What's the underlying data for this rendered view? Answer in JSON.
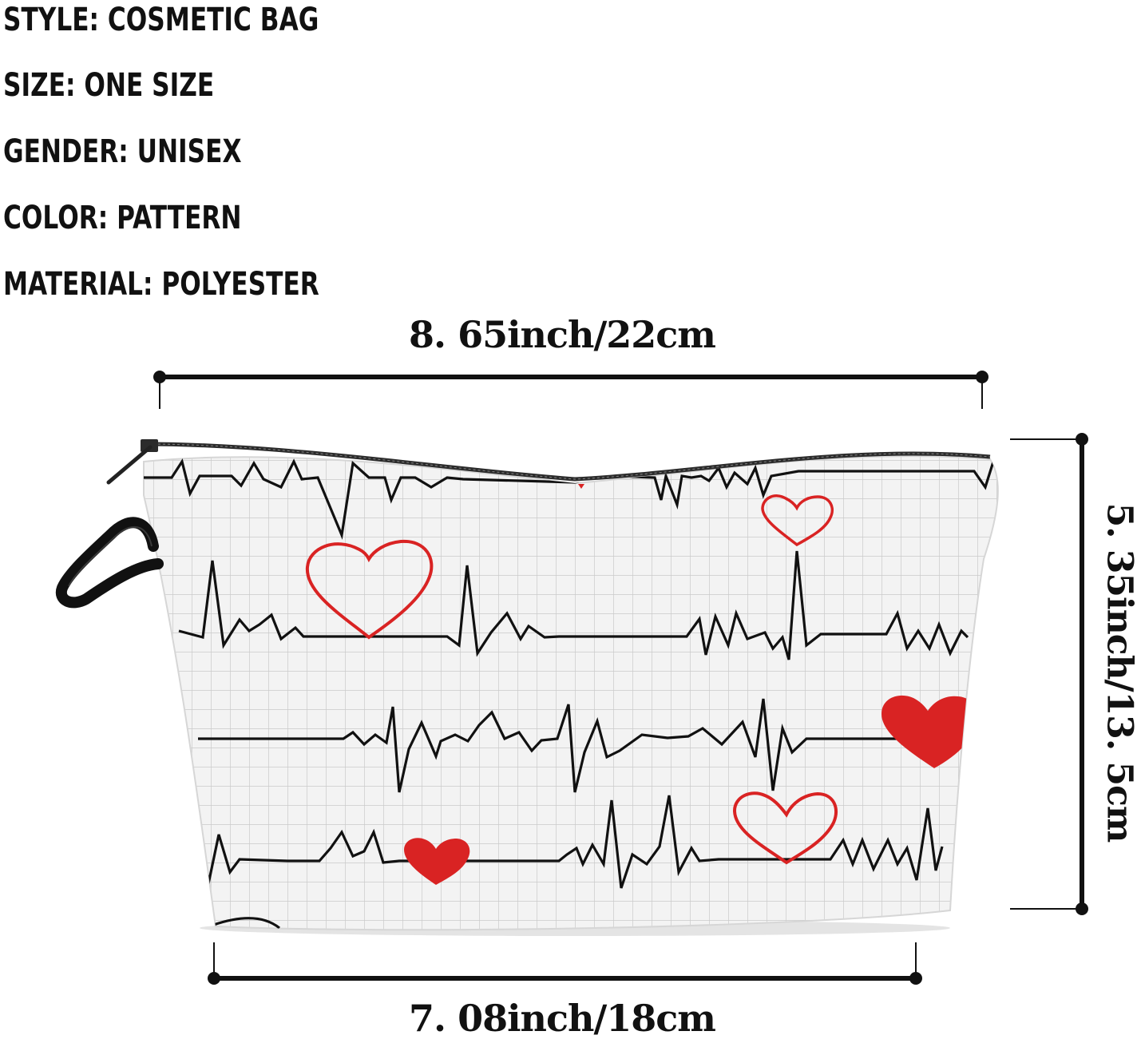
{
  "specs": [
    {
      "label": "STYLE",
      "sep": ": ",
      "value": "COSMETIC BAG"
    },
    {
      "label": "SIZE",
      "sep": ":  ",
      "value": "ONE SIZE"
    },
    {
      "label": "GENDER",
      "sep": ": ",
      "value": "UNISEX"
    },
    {
      "label": "COLOR",
      "sep": ":  ",
      "value": "PATTERN"
    },
    {
      "label": "MATERIAL",
      "sep": ": ",
      "value": "POLYESTER"
    }
  ],
  "dimensions": {
    "top": "8. 65inch/22cm",
    "right": "5. 35inch/13. 5cm",
    "bottom": "7. 08inch/18cm"
  },
  "colors": {
    "text": "#111111",
    "heart_red": "#d92323",
    "grid": "#c9c9c9",
    "bag_fabric": "#f3f3f3",
    "ecg_line": "#111111"
  },
  "icons": {
    "product": "cosmetic-bag-icon",
    "heart": "heart-icon"
  }
}
